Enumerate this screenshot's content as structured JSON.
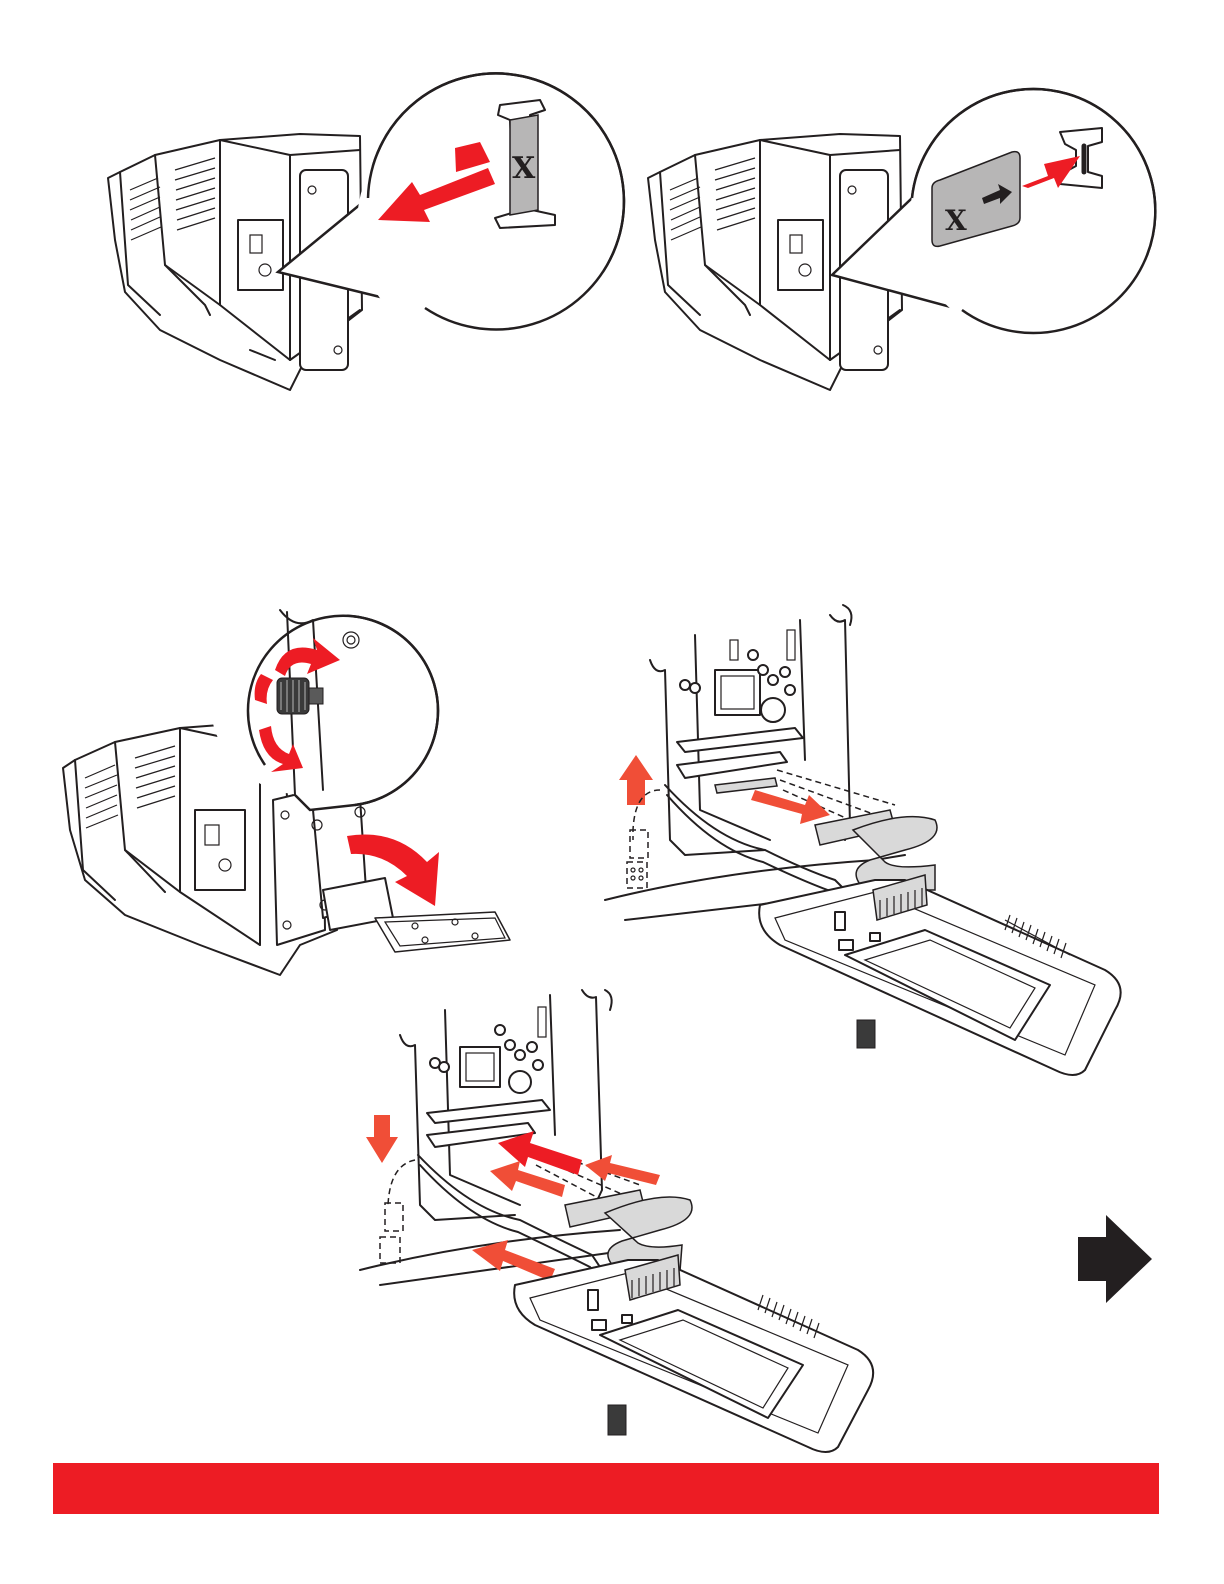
{
  "page": {
    "background": "#ffffff",
    "accent_color": "#ed1c24",
    "arrow_color": "#231f20"
  },
  "panels": [
    {
      "name": "remove-configuration-card",
      "icons": [
        "printer-icon",
        "configuration-card-icon",
        "pull-arrow-icon"
      ]
    },
    {
      "name": "insert-configuration-card",
      "icons": [
        "printer-icon",
        "configuration-card-icon",
        "insert-arrow-icon"
      ]
    },
    {
      "name": "loosen-thumbscrew-open-panel",
      "icons": [
        "printer-icon",
        "thumbscrew-icon",
        "rotate-arrow-icon",
        "swing-arrow-icon"
      ]
    },
    {
      "name": "disconnect-hard-drive-cables",
      "icons": [
        "circuit-board-icon",
        "hard-drive-icon",
        "ribbon-cable-icon",
        "up-arrow-icon",
        "pull-arrow-icon"
      ]
    },
    {
      "name": "connect-hard-drive-cables",
      "icons": [
        "circuit-board-icon",
        "hard-drive-icon",
        "ribbon-cable-icon",
        "down-arrow-icon",
        "push-arrow-icon"
      ]
    }
  ],
  "callout_logo_text": "X",
  "navigation": {
    "next_icon": "next-page-arrow-icon"
  }
}
